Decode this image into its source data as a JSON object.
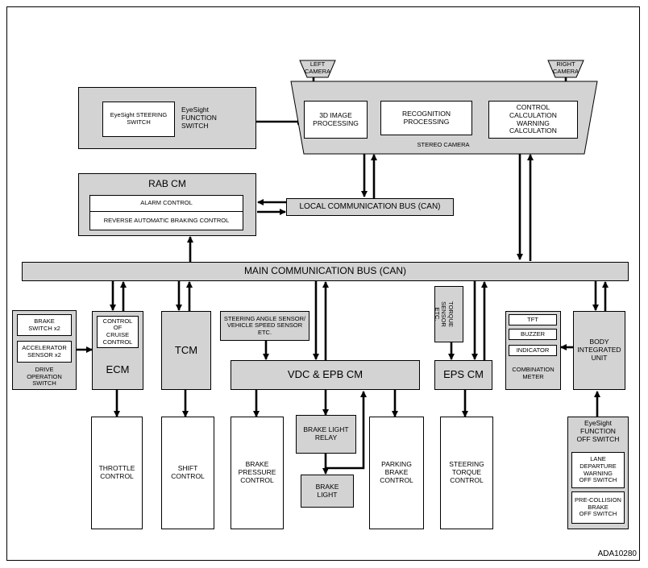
{
  "cameras": {
    "left": "LEFT\nCAMERA",
    "right": "RIGHT\nCAMERA"
  },
  "stereo_camera": {
    "label": "STEREO CAMERA",
    "image_processing": "3D IMAGE\nPROCESSING",
    "recognition": "RECOGNITION\nPROCESSING",
    "control_calc": "CONTROL\nCALCULATION\nWARNING\nCALCULATION"
  },
  "function_switch": {
    "label": "EyeSight\nFUNCTION\nSWITCH",
    "steering_switch": "EyeSight STEERING\nSWITCH"
  },
  "rab_cm": {
    "title": "RAB CM",
    "alarm": "ALARM CONTROL",
    "reverse": "REVERSE AUTOMATIC BRAKING CONTROL"
  },
  "buses": {
    "local": "LOCAL COMMUNICATION BUS (CAN)",
    "main": "MAIN COMMUNICATION BUS (CAN)"
  },
  "drive_switch": {
    "label": "DRIVE\nOPERATION\nSWITCH",
    "brake": "BRAKE\nSWITCH x2",
    "accel": "ACCELERATOR\nSENSOR x2"
  },
  "ecm": {
    "label": "ECM",
    "cruise": "CONTROL\nOF\nCRUISE\nCONTROL"
  },
  "tcm": {
    "label": "TCM"
  },
  "sensor_steering": "STEERING ANGLE SENSOR/\nVEHICLE SPEED SENSOR\nETC.",
  "vdc": {
    "label": "VDC & EPB CM"
  },
  "torque_sensor": "TORQUE\nSENSOR\nETC.",
  "eps": {
    "label": "EPS CM"
  },
  "meter": {
    "label": "COMBINATION\nMETER",
    "tft": "TFT",
    "buzzer": "BUZZER",
    "indicator": "INDICATOR"
  },
  "body_unit": {
    "label": "BODY\nINTEGRATED\nUNIT"
  },
  "outputs": {
    "throttle": "THROTTLE\nCONTROL",
    "shift": "SHIFT\nCONTROL",
    "brake_pressure": "BRAKE\nPRESSURE\nCONTROL",
    "brake_relay": "BRAKE LIGHT\nRELAY",
    "brake_light": "BRAKE\nLIGHT",
    "parking": "PARKING\nBRAKE\nCONTROL",
    "steering": "STEERING\nTORQUE\nCONTROL"
  },
  "off_switch": {
    "label": "EyeSight\nFUNCTION\nOFF SWITCH",
    "lane": "LANE\nDEPARTURE\nWARNING\nOFF SWITCH",
    "precollision": "PRE-COLLISION\nBRAKE\nOFF SWITCH"
  },
  "figure_id": "ADA10280"
}
